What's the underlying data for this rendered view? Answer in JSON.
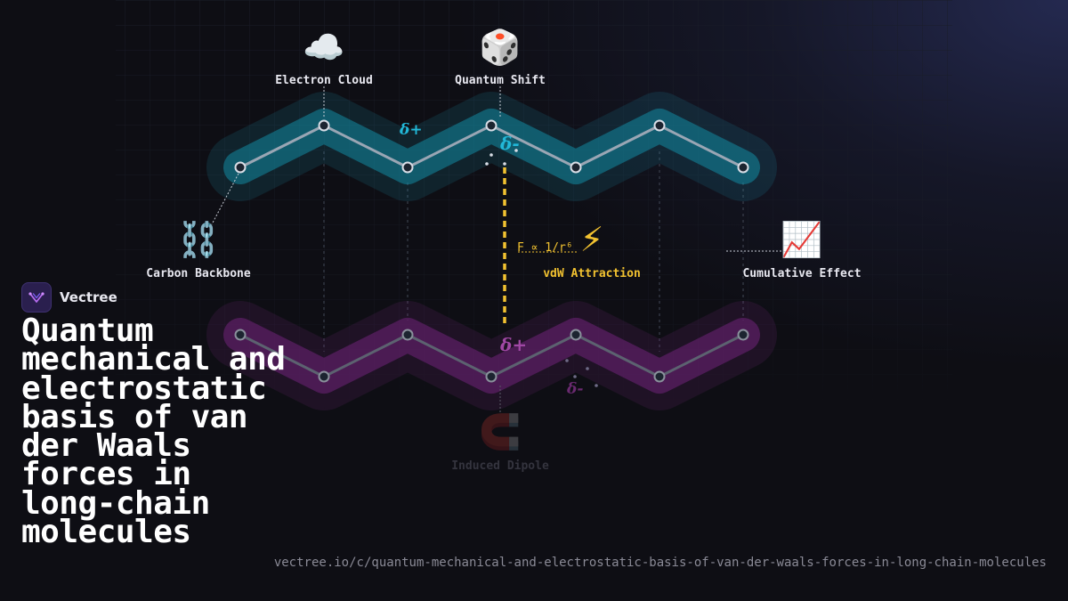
{
  "labels": {
    "electron_cloud": "Electron Cloud",
    "quantum_shift": "Quantum Shift",
    "carbon_backbone": "Carbon Backbone",
    "vdw_attraction": "vdW Attraction",
    "cumulative_effect": "Cumulative Effect",
    "induced_dipole": "Induced Dipole"
  },
  "icons": {
    "electron_cloud": "☁️",
    "quantum_shift": "🎲",
    "carbon_backbone": "⛓️",
    "vdw_attraction": "⚡",
    "cumulative_effect": "📈",
    "induced_dipole": "🧲"
  },
  "charges": {
    "top_plus": "δ+",
    "top_minus": "δ-",
    "bottom_plus": "δ+",
    "bottom_minus": "δ-"
  },
  "force_formula": "F ∝ 1/r⁶",
  "brand": {
    "name": "Vectree"
  },
  "title": "Quantum mechanical and electrostatic basis of van der Waals forces in long-chain molecules",
  "url": "vectree.io/c/quantum-mechanical-and-electrostatic-basis-of-van-der-waals-forces-in-long-chain-molecules",
  "colors": {
    "background": "#0e0e14",
    "top_chain": "#1fb5d4",
    "bottom_chain": "#8a2a8e",
    "force_line": "#f2c230",
    "label_text": "#e8e8f0"
  }
}
